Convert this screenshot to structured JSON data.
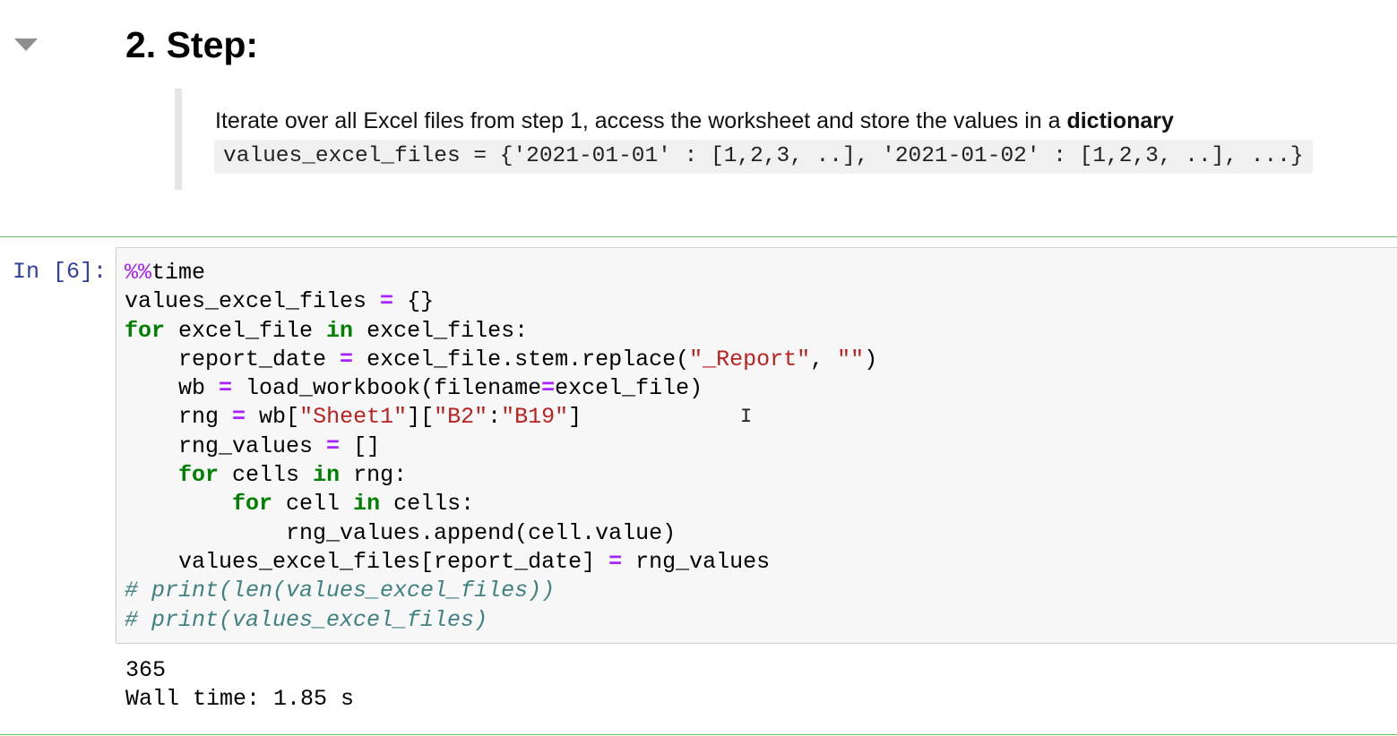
{
  "markdown_cell": {
    "heading": "2. Step:",
    "text_prefix": "Iterate over all Excel files from step 1, access the worksheet and store the values in a ",
    "text_bold": "dictionary",
    "inline_code": "values_excel_files = {'2021-01-01' : [1,2,3, ..], '2021-01-02' : [1,2,3, ..], ...}"
  },
  "code_cell": {
    "prompt": "In [6]:",
    "lines": [
      [
        {
          "t": "mg",
          "v": "%%"
        },
        {
          "t": "",
          "v": "time"
        }
      ],
      [
        {
          "t": "",
          "v": "values_excel_files "
        },
        {
          "t": "op",
          "v": "="
        },
        {
          "t": "",
          "v": " {}"
        }
      ],
      [
        {
          "t": "kw",
          "v": "for"
        },
        {
          "t": "",
          "v": " excel_file "
        },
        {
          "t": "kw",
          "v": "in"
        },
        {
          "t": "",
          "v": " excel_files:"
        }
      ],
      [
        {
          "t": "",
          "v": "    report_date "
        },
        {
          "t": "op",
          "v": "="
        },
        {
          "t": "",
          "v": " excel_file.stem.replace("
        },
        {
          "t": "st",
          "v": "\"_Report\""
        },
        {
          "t": "",
          "v": ", "
        },
        {
          "t": "st",
          "v": "\"\""
        },
        {
          "t": "",
          "v": ")"
        }
      ],
      [
        {
          "t": "",
          "v": "    wb "
        },
        {
          "t": "op",
          "v": "="
        },
        {
          "t": "",
          "v": " load_workbook(filename"
        },
        {
          "t": "op",
          "v": "="
        },
        {
          "t": "",
          "v": "excel_file)"
        }
      ],
      [
        {
          "t": "",
          "v": "    rng "
        },
        {
          "t": "op",
          "v": "="
        },
        {
          "t": "",
          "v": " wb["
        },
        {
          "t": "st",
          "v": "\"Sheet1\""
        },
        {
          "t": "",
          "v": "]["
        },
        {
          "t": "st",
          "v": "\"B2\""
        },
        {
          "t": "",
          "v": ":"
        },
        {
          "t": "st",
          "v": "\"B19\""
        },
        {
          "t": "",
          "v": "]"
        }
      ],
      [
        {
          "t": "",
          "v": "    rng_values "
        },
        {
          "t": "op",
          "v": "="
        },
        {
          "t": "",
          "v": " []"
        }
      ],
      [
        {
          "t": "",
          "v": "    "
        },
        {
          "t": "kw",
          "v": "for"
        },
        {
          "t": "",
          "v": " cells "
        },
        {
          "t": "kw",
          "v": "in"
        },
        {
          "t": "",
          "v": " rng:"
        }
      ],
      [
        {
          "t": "",
          "v": "        "
        },
        {
          "t": "kw",
          "v": "for"
        },
        {
          "t": "",
          "v": " cell "
        },
        {
          "t": "kw",
          "v": "in"
        },
        {
          "t": "",
          "v": " cells:"
        }
      ],
      [
        {
          "t": "",
          "v": "            rng_values.append(cell.value)"
        }
      ],
      [
        {
          "t": "",
          "v": "    values_excel_files[report_date] "
        },
        {
          "t": "op",
          "v": "="
        },
        {
          "t": "",
          "v": " rng_values"
        }
      ],
      [
        {
          "t": "cm",
          "v": "# print(len(values_excel_files))"
        }
      ],
      [
        {
          "t": "cm",
          "v": "# print(values_excel_files)"
        }
      ]
    ],
    "output_lines": [
      "365",
      "Wall time: 1.85 s"
    ]
  },
  "cursor_glyph": "I",
  "colors": {
    "keyword": "#008000",
    "operator": "#aa22ff",
    "string": "#ba2121",
    "comment": "#408080",
    "prompt": "#303f9f",
    "cell_border": "#66bb6a",
    "code_bg": "#f7f7f7"
  }
}
